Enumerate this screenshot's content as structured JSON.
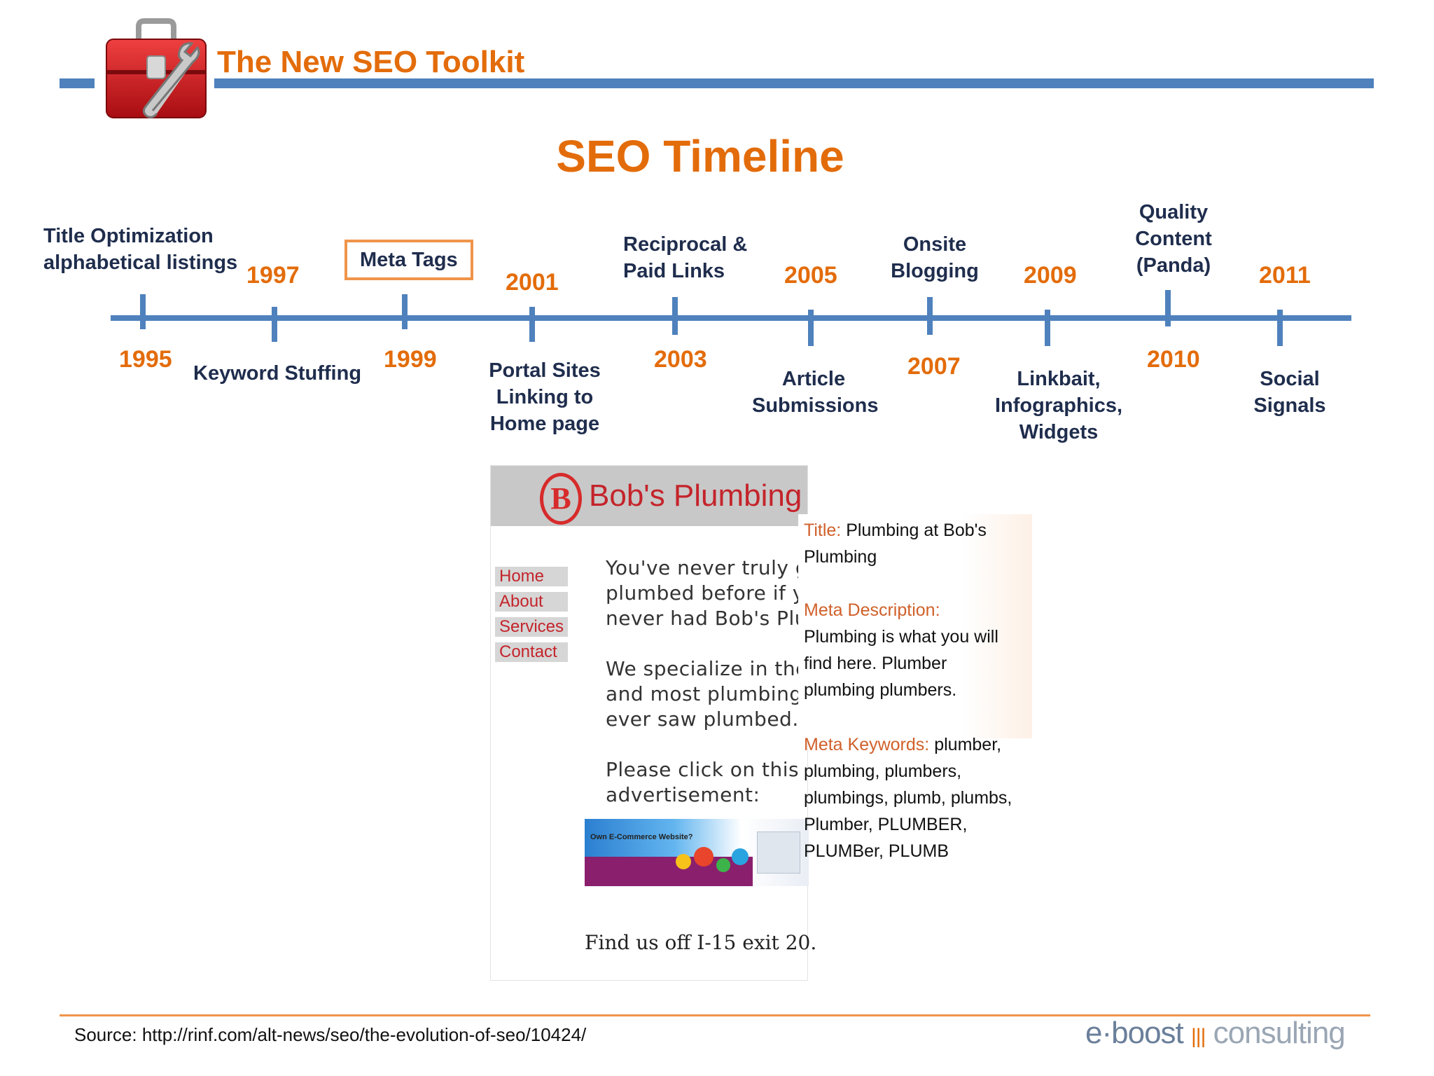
{
  "header": {
    "title": "The New SEO Toolkit",
    "icon": "toolbox-icon",
    "bar_color": "#4f81bd",
    "title_color": "#e36c0a"
  },
  "slide_title": "SEO Timeline",
  "timeline": {
    "events": [
      {
        "year": "1995",
        "label_lines": [
          "Title Optimization",
          "alphabetical listings"
        ]
      },
      {
        "year": "1997",
        "label_lines": [
          "Keyword Stuffing"
        ]
      },
      {
        "year": "1999",
        "label_lines": [
          "Meta Tags"
        ]
      },
      {
        "year": "2001",
        "label_lines": [
          "Portal Sites",
          "Linking to",
          "Home page"
        ]
      },
      {
        "year": "2003",
        "label_lines": [
          "Reciprocal &",
          "Paid Links"
        ]
      },
      {
        "year": "2005",
        "label_lines": [
          "Article",
          "Submissions"
        ]
      },
      {
        "year": "2007",
        "label_lines": [
          "Onsite",
          "Blogging"
        ]
      },
      {
        "year": "2009",
        "label_lines": [
          "Linkbait,",
          "Infographics,",
          "Widgets"
        ]
      },
      {
        "year": "2010",
        "label_lines": [
          "Quality",
          "Content",
          "(Panda)"
        ]
      },
      {
        "year": "2011",
        "label_lines": [
          "Social",
          "Signals"
        ]
      }
    ],
    "highlighted": "Meta Tags"
  },
  "site_mock": {
    "logo_letter": "B",
    "name": "Bob's Plumbing",
    "nav": [
      "Home",
      "About",
      "Services",
      "Contact"
    ],
    "body_lines": [
      "You've never truly g",
      "plumbed before if y",
      "never had Bob's Plu",
      "",
      "We specialize in the",
      "and most plumbing",
      "ever saw plumbed.",
      "",
      "Please click on this",
      "advertisement:"
    ],
    "ad_text": "Own E-Commerce Website?",
    "footer": "Find us off I-15 exit 20."
  },
  "meta_panel": {
    "title_key": "Title:",
    "title_value_lines": [
      "Plumbing at Bob's",
      "Plumbing"
    ],
    "description_key": "Meta Description:",
    "description_lines": [
      "Plumbing is what you will",
      "find here. Plumber",
      "plumbing plumbers."
    ],
    "keywords_key": "Meta Keywords:",
    "keywords_first": "plumber,",
    "keywords_lines": [
      "plumbing, plumbers,",
      "plumbings, plumb, plumbs,",
      "Plumber, PLUMBER,",
      "PLUMBer, PLUMB"
    ]
  },
  "footer": {
    "source": "Source: http://rinf.com/alt-news/seo/the-evolution-of-seo/10424/",
    "brand_left": "e·boost",
    "brand_sep": "|||",
    "brand_right": "consulting"
  }
}
